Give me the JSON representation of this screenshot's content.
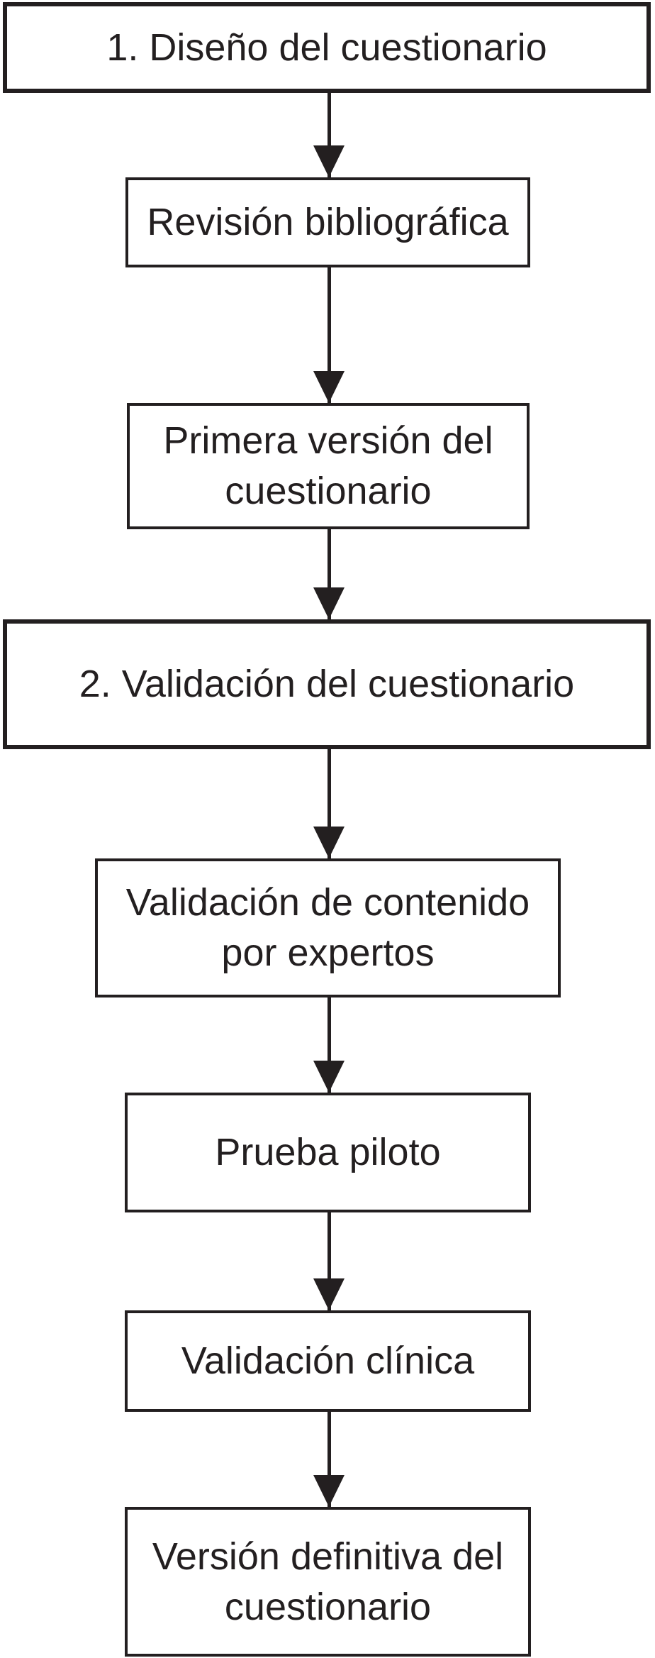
{
  "figure": {
    "type": "flowchart",
    "language": "es",
    "colors": {
      "ink": "#231f20",
      "background": "#ffffff"
    }
  },
  "flow": {
    "direction": "top-to-bottom",
    "nodes": [
      {
        "id": "diseno-del-cuestionario",
        "kind": "phase",
        "label": "1. Diseño del cuestionario",
        "lines": [
          "1. Diseño del cuestionario"
        ]
      },
      {
        "id": "revision-bibliografica",
        "kind": "step",
        "label": "Revisión bibliográfica",
        "lines": [
          "Revisión bibliográfica"
        ]
      },
      {
        "id": "primera-version-del-cuestionario",
        "kind": "step",
        "label": "Primera versión del cuestionario",
        "lines": [
          "Primera versión del",
          "cuestionario"
        ]
      },
      {
        "id": "validacion-del-cuestionario",
        "kind": "phase",
        "label": "2. Validación del cuestionario",
        "lines": [
          "2. Validación del cuestionario"
        ]
      },
      {
        "id": "validacion-de-contenido-por-expertos",
        "kind": "step",
        "label": "Validación de contenido por expertos",
        "lines": [
          "Validación de contenido",
          "por expertos"
        ]
      },
      {
        "id": "prueba-piloto",
        "kind": "step",
        "label": "Prueba piloto",
        "lines": [
          "Prueba piloto"
        ]
      },
      {
        "id": "validacion-clinica",
        "kind": "step",
        "label": "Validación clínica",
        "lines": [
          "Validación clínica"
        ]
      },
      {
        "id": "version-definitiva-del-cuestionario",
        "kind": "step",
        "label": "Versión definitiva del cuestionario",
        "lines": [
          "Versión definitiva del",
          "cuestionario"
        ]
      }
    ],
    "edges": [
      {
        "from": "diseno-del-cuestionario",
        "to": "revision-bibliografica"
      },
      {
        "from": "revision-bibliografica",
        "to": "primera-version-del-cuestionario"
      },
      {
        "from": "primera-version-del-cuestionario",
        "to": "validacion-del-cuestionario"
      },
      {
        "from": "validacion-del-cuestionario",
        "to": "validacion-de-contenido-por-expertos"
      },
      {
        "from": "validacion-de-contenido-por-expertos",
        "to": "prueba-piloto"
      },
      {
        "from": "prueba-piloto",
        "to": "validacion-clinica"
      },
      {
        "from": "validacion-clinica",
        "to": "version-definitiva-del-cuestionario"
      }
    ]
  }
}
